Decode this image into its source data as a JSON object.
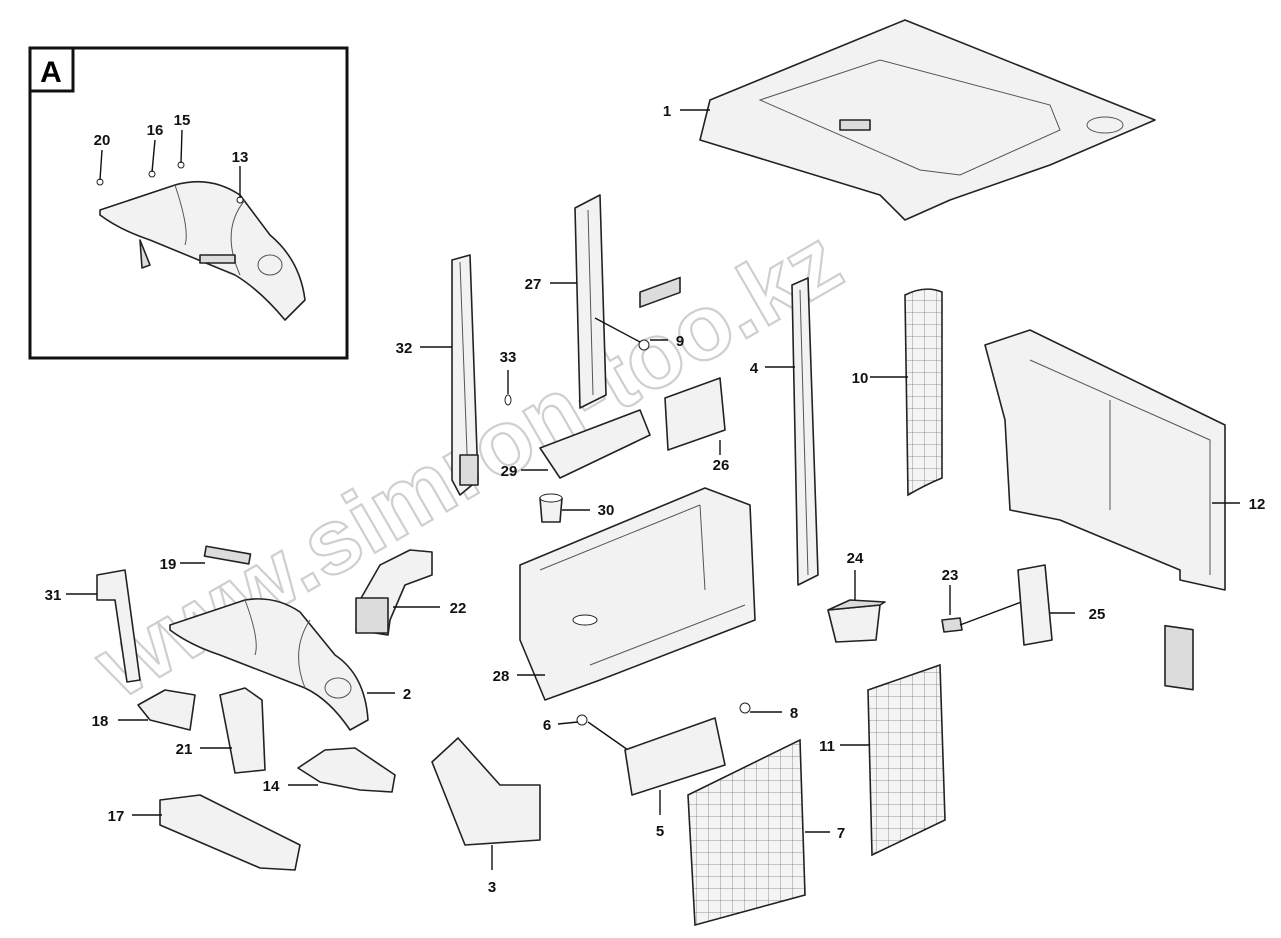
{
  "corner_mark": "",
  "inset": {
    "label": "A",
    "callouts": [
      "20",
      "16",
      "15",
      "13"
    ]
  },
  "watermark": "www.simron-too.kz",
  "callouts": {
    "c1": "1",
    "c2": "2",
    "c3": "3",
    "c4": "4",
    "c5": "5",
    "c6": "6",
    "c7": "7",
    "c8": "8",
    "c9": "9",
    "c10": "10",
    "c11": "11",
    "c12": "12",
    "c14": "14",
    "c17": "17",
    "c18": "18",
    "c19": "19",
    "c21": "21",
    "c22": "22",
    "c23": "23",
    "c24": "24",
    "c25": "25",
    "c26": "26",
    "c27": "27",
    "c28": "28",
    "c29": "29",
    "c30": "30",
    "c31": "31",
    "c32": "32",
    "c33": "33"
  },
  "colors": {
    "line": "#222222",
    "fill": "#f2f2f2",
    "watermark": "#cfcfcf"
  }
}
